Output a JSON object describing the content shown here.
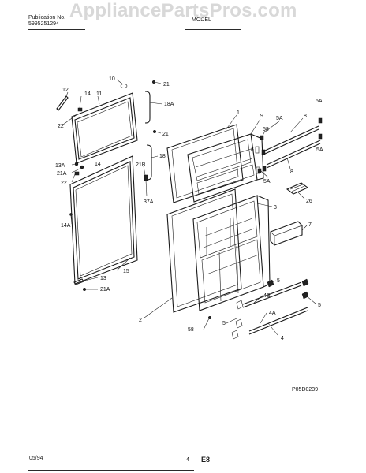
{
  "header": {
    "publication_label": "Publication No.",
    "publication_number": "5995251294",
    "watermark": "AppliancePartsPros.com",
    "watermark_sub": "®",
    "model_label": "MODEL"
  },
  "diagram": {
    "code": "P05D0239",
    "labels": {
      "l1": "1",
      "l2": "2",
      "l3": "3",
      "l4": "4",
      "l4a": "4A",
      "l4b": "4B",
      "l5": "5",
      "l5b": "5",
      "l5c": "5",
      "l5a1": "5A",
      "l5a2": "5A",
      "l5a3": "5A",
      "l5a4": "5A",
      "l6": "6",
      "l7": "7",
      "l8": "8",
      "l8b": "8",
      "l9": "9",
      "l10": "10",
      "l11": "11",
      "l12": "12",
      "l13": "13",
      "l13a": "13A",
      "l14": "14",
      "l14b": "14",
      "l14a": "14A",
      "l15": "15",
      "l18": "18",
      "l18a": "18A",
      "l21": "21",
      "l21b": "21",
      "l21a1": "21A",
      "l21a2": "21A",
      "l21bb": "21B",
      "l22": "22",
      "l22b": "22",
      "l26": "26",
      "l37a": "37A",
      "l58": "58",
      "l58b": "58"
    }
  },
  "footer": {
    "date": "05/94",
    "page": "4",
    "section": "E8"
  }
}
